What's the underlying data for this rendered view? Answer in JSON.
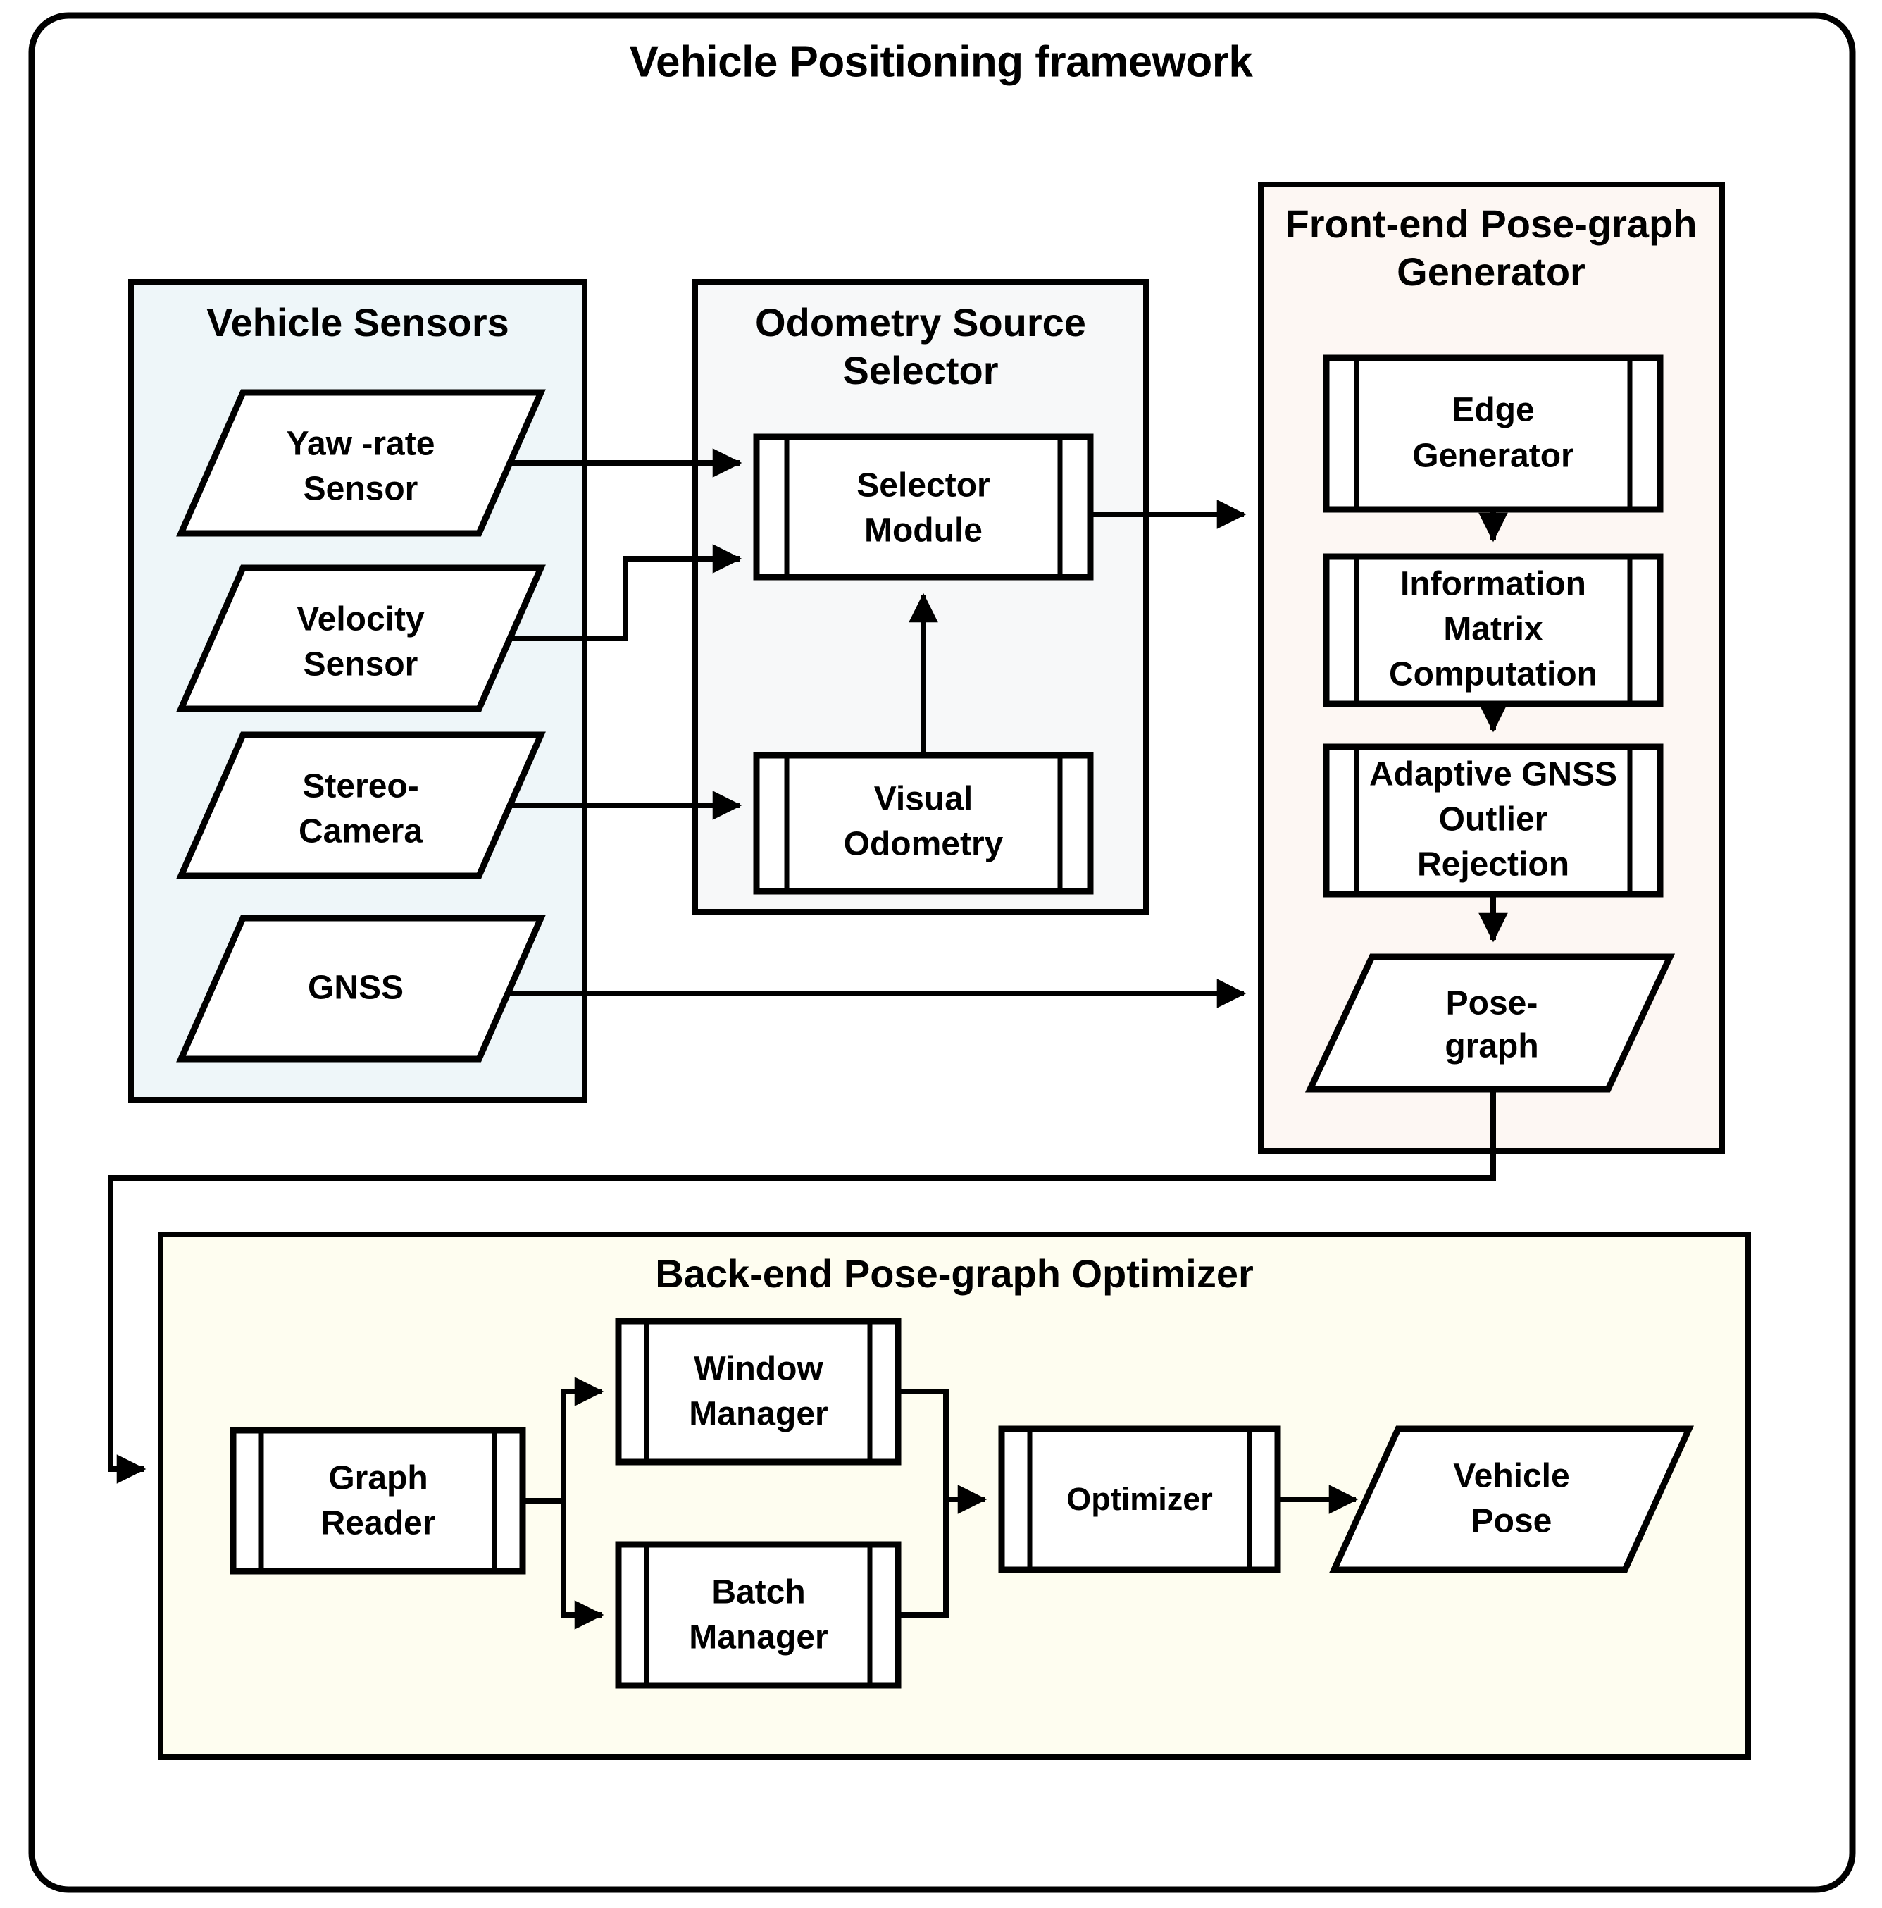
{
  "diagram": {
    "title": "Vehicle Positioning framework",
    "colors": {
      "sensors_panel_bg": "#eef6f9",
      "selector_panel_bg": "#f7f8f9",
      "frontend_panel_bg": "#fdf7f3",
      "backend_panel_bg": "#fefdf0",
      "node_bg": "#ffffff",
      "stroke": "#000000"
    },
    "groups": {
      "vehicle_sensors": {
        "title": "Vehicle Sensors",
        "nodes": [
          {
            "label_line1": "Yaw -rate",
            "label_line2": "Sensor",
            "shape": "parallelogram"
          },
          {
            "label_line1": "Velocity",
            "label_line2": "Sensor",
            "shape": "parallelogram"
          },
          {
            "label_line1": "Stereo-",
            "label_line2": "Camera",
            "shape": "parallelogram"
          },
          {
            "label_line1": "GNSS",
            "label_line2": "",
            "shape": "parallelogram"
          }
        ]
      },
      "odometry_source_selector": {
        "title_line1": "Odometry Source",
        "title_line2": "Selector",
        "nodes": [
          {
            "label_line1": "Selector",
            "label_line2": "Module",
            "shape": "predefined-process"
          },
          {
            "label_line1": "Visual",
            "label_line2": "Odometry",
            "shape": "predefined-process"
          }
        ]
      },
      "frontend_pose_graph_generator": {
        "title_line1": "Front-end Pose-graph",
        "title_line2": "Generator",
        "nodes": [
          {
            "label_line1": "Edge",
            "label_line2": "Generator",
            "label_line3": "",
            "shape": "predefined-process"
          },
          {
            "label_line1": "Information",
            "label_line2": "Matrix",
            "label_line3": "Computation",
            "shape": "predefined-process"
          },
          {
            "label_line1": "Adaptive GNSS",
            "label_line2": "Outlier",
            "label_line3": "Rejection",
            "shape": "predefined-process"
          },
          {
            "label_line1": "Pose-",
            "label_line2": "graph",
            "label_line3": "",
            "shape": "parallelogram"
          }
        ]
      },
      "backend_pose_graph_optimizer": {
        "title": "Back-end Pose-graph Optimizer",
        "nodes": [
          {
            "label_line1": "Graph",
            "label_line2": "Reader",
            "shape": "predefined-process"
          },
          {
            "label_line1": "Window",
            "label_line2": "Manager",
            "shape": "predefined-process"
          },
          {
            "label_line1": "Batch",
            "label_line2": "Manager",
            "shape": "predefined-process"
          },
          {
            "label_line1": "Optimizer",
            "label_line2": "",
            "shape": "predefined-process"
          },
          {
            "label_line1": "Vehicle",
            "label_line2": "Pose",
            "shape": "parallelogram"
          }
        ]
      }
    }
  }
}
